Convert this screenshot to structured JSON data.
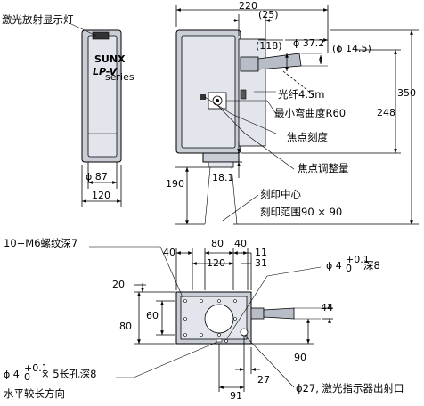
{
  "labels": {
    "laser_indicator": "激光放射显示灯",
    "fiber": "光纤4.5m",
    "min_bend": "最小弯曲度R60",
    "focus_scale": "焦点刻度",
    "focus_adjust": "焦点调整量",
    "mark_center": "刻印中心",
    "mark_range": "刻印范围90 × 90",
    "screw_holes": "10−M6螺纹深7",
    "long_hole": "× 5长孔深8",
    "horizontal": "水平较长方向",
    "pin_hole_depth": "深8",
    "exit": "ϕ27, 激光指示器出射口"
  },
  "brand": {
    "logo": "SUNX",
    "series": "LP-V",
    "sub": "series"
  },
  "dimensions": {
    "d220": "220",
    "d25": "(25)",
    "d118": "(118)",
    "phi37": "ϕ 37.2",
    "phi14": "(ϕ 14.5)",
    "d350": "350",
    "d248": "248",
    "d190": "190",
    "d18": "18.1",
    "phi87": "ϕ 87",
    "d120a": "120",
    "d40a": "40",
    "d80a": "80",
    "d40b": "40",
    "d120b": "120",
    "d11": "11",
    "d31": "31",
    "d20": "20",
    "d60": "60",
    "d80b": "80",
    "d44": "44",
    "d90": "90",
    "d27": "27",
    "d91": "91",
    "phi4": "ϕ 4",
    "tol_plus": "+0.1",
    "tol_zero": "0"
  }
}
